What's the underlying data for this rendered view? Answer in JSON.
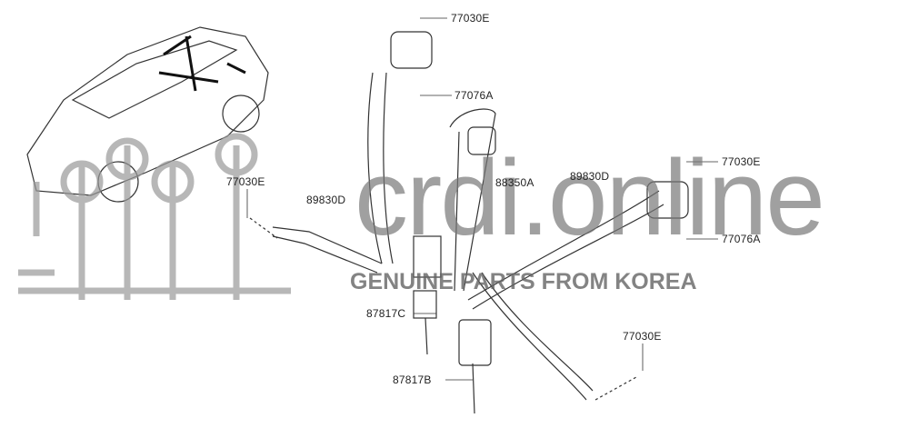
{
  "labels": {
    "top_nut": "77030E",
    "top_bolt": "77076A",
    "center_belt": "88350A",
    "left_belt": "89830D",
    "left_nut": "77030E",
    "right_belt": "89830D",
    "right_nut": "77030E",
    "right_bolt": "77076A",
    "buckle_c": "87817C",
    "buckle_b": "87817B",
    "bottom_nut": "77030E"
  },
  "watermark": {
    "brand": "crdi.online",
    "tagline": "GENUINE PARTS FROM KOREA"
  }
}
